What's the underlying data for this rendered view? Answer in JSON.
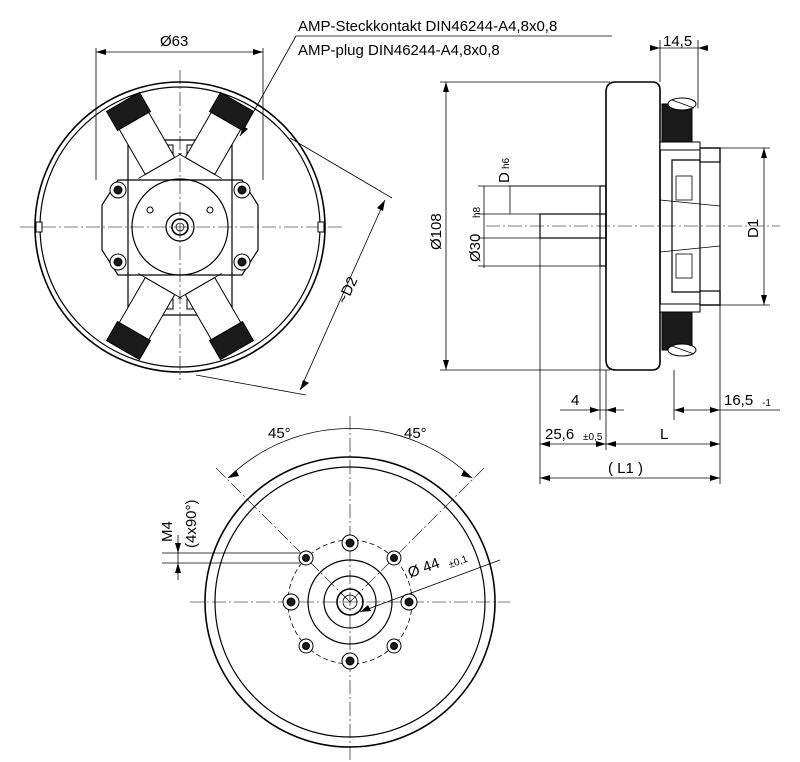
{
  "callout": {
    "line1": "AMP-Steckkontakt DIN46244-A4,8x0,8",
    "line2": "AMP-plug DIN46244-A4,8x0,8"
  },
  "dimensions": {
    "phi63": "Ø63",
    "d2": "~D2",
    "width_14_5": "14,5",
    "phi108": "Ø108",
    "phi30_main": "Ø30",
    "phi30_tol": "h8",
    "dh6_main": "D",
    "dh6_tol": "h6",
    "d1": "D1",
    "four": "4",
    "val_16_5": "16,5",
    "val_16_5_tol": "-1",
    "val_25_6": "25,6",
    "val_25_6_tol": "±0,5",
    "l": "L",
    "l1": "( L1 )",
    "angle_left": "45°",
    "angle_right": "45°",
    "m4": "M4",
    "m4_count": "(4x90°)",
    "phi44_main": "Ø 44",
    "phi44_tol": "±0,1"
  },
  "colors": {
    "line": "#000000",
    "paper": "#ffffff",
    "fill_dark": "#1a1a1a"
  }
}
